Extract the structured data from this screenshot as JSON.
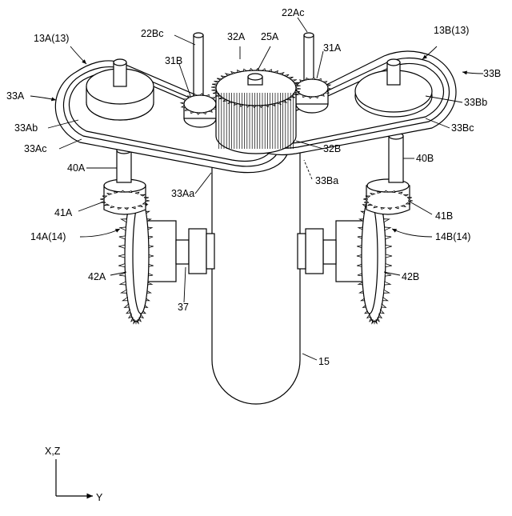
{
  "labels": {
    "l13A": "13A(13)",
    "l22Bc": "22Bc",
    "l32A": "32A",
    "l25A": "25A",
    "l22Ac": "22Ac",
    "l13B": "13B(13)",
    "l31B": "31B",
    "l31A": "31A",
    "l33B": "33B",
    "l33A": "33A",
    "l33Bb": "33Bb",
    "l33Ab": "33Ab",
    "l33Bc": "33Bc",
    "l33Ac": "33Ac",
    "l32B": "32B",
    "l40A": "40A",
    "l40B": "40B",
    "l33Ba": "33Ba",
    "l33Aa": "33Aa",
    "l41A": "41A",
    "l41B": "41B",
    "l14A": "14A(14)",
    "l14B": "14B(14)",
    "l42A": "42A",
    "l42B": "42B",
    "l37": "37",
    "l15": "15"
  },
  "axes": {
    "vertical": "X,Z",
    "horizontal": "Y"
  }
}
